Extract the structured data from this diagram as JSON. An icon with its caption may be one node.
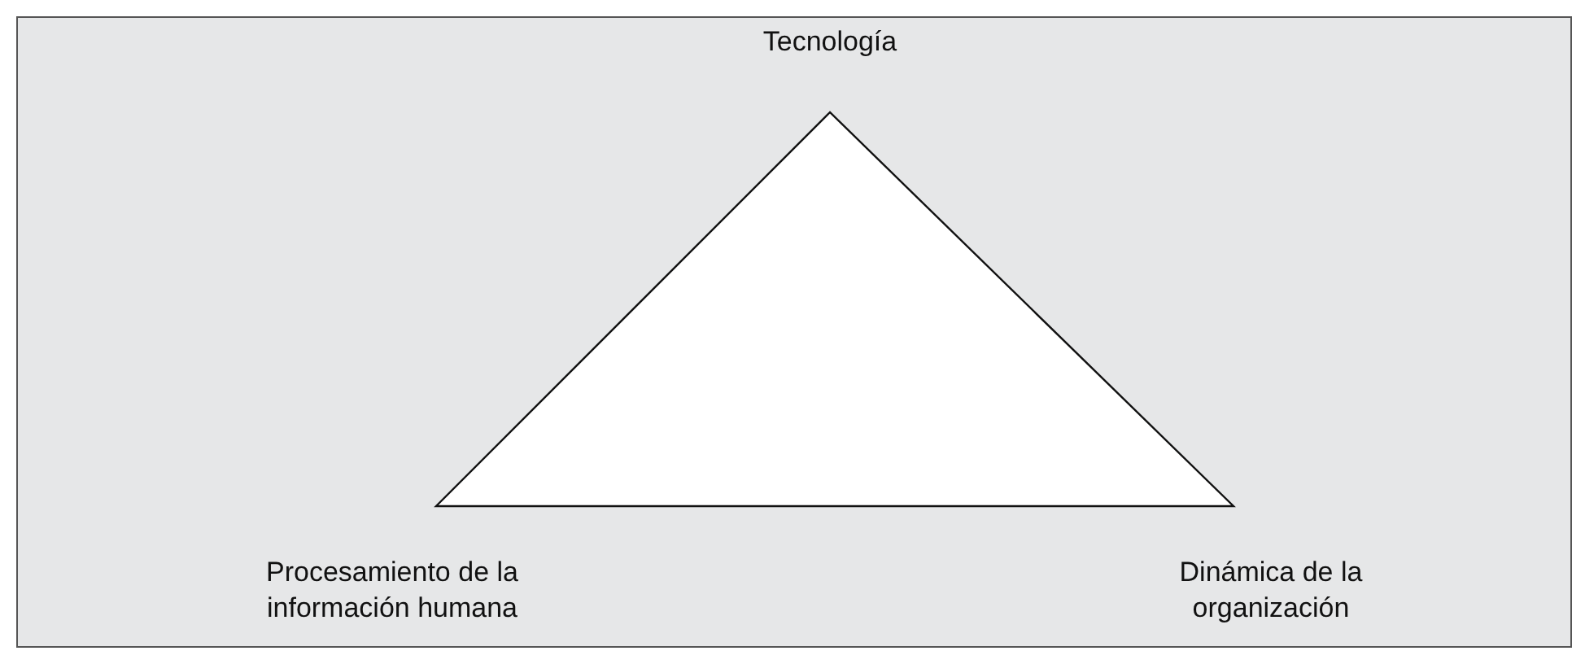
{
  "diagram": {
    "labels": [
      "Tecnología",
      "Procesamiento de la información humana",
      "Dinámica de la organización"
    ]
  }
}
